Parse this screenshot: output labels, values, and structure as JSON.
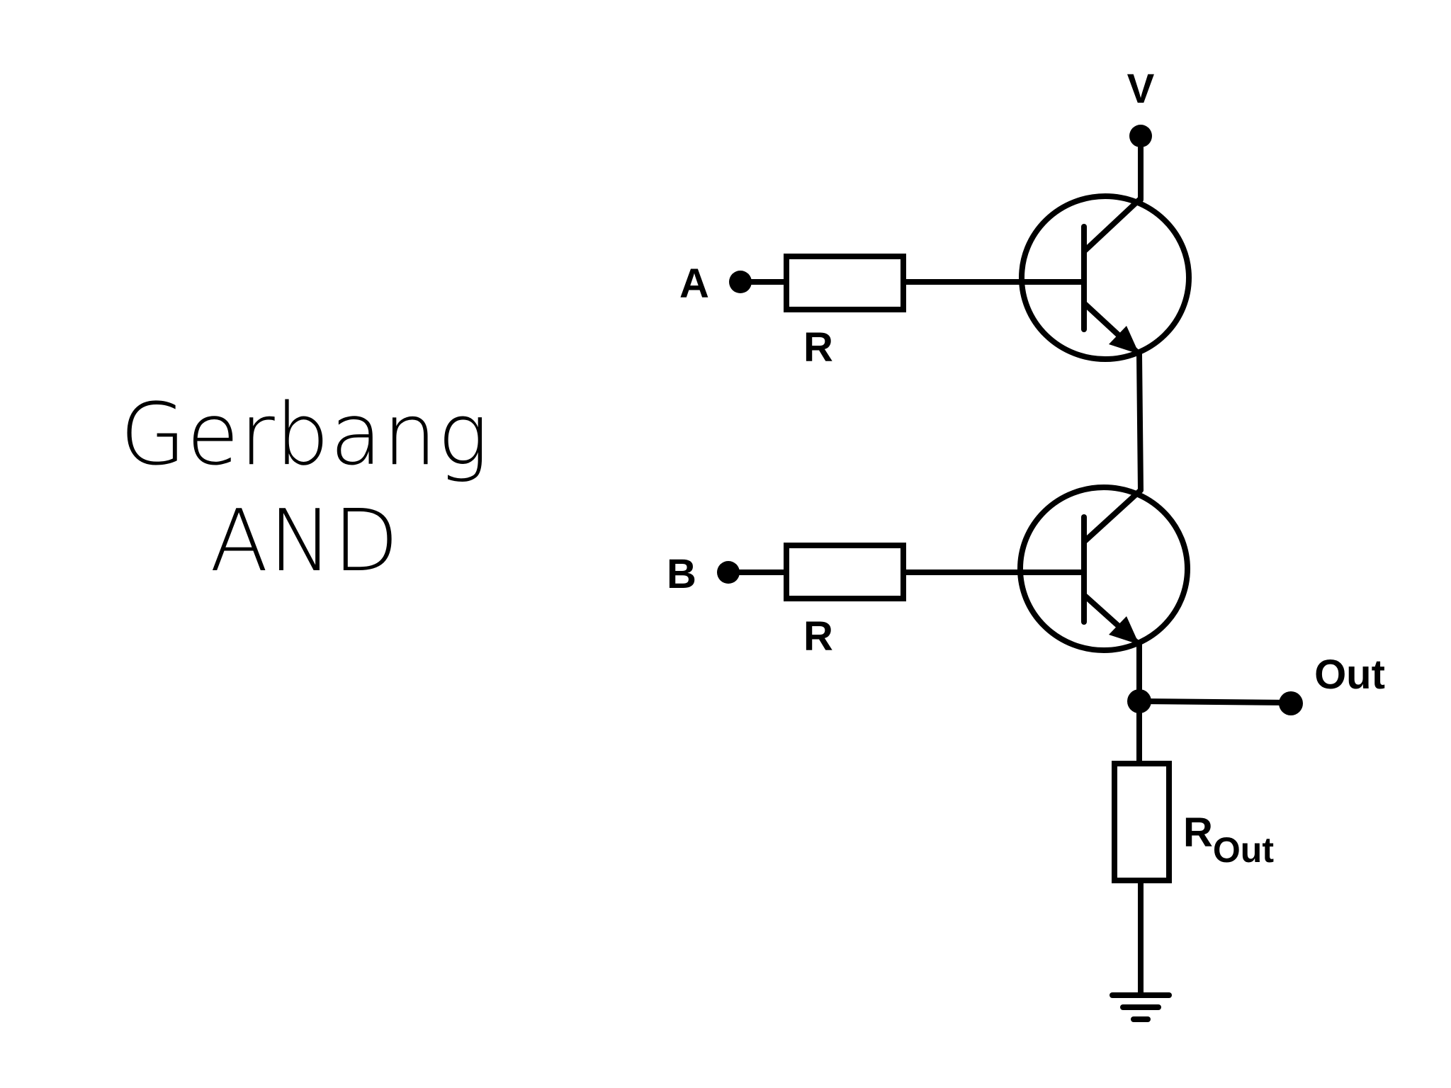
{
  "slide": {
    "title_line1": "Gerbang",
    "title_line2": "AND"
  },
  "circuit": {
    "supply_label": "V",
    "input_a_label": "A",
    "input_b_label": "B",
    "resistor_a_label": "R",
    "resistor_b_label": "R",
    "output_label": "Out",
    "output_resistor_label_main": "R",
    "output_resistor_label_sub": "Out"
  }
}
